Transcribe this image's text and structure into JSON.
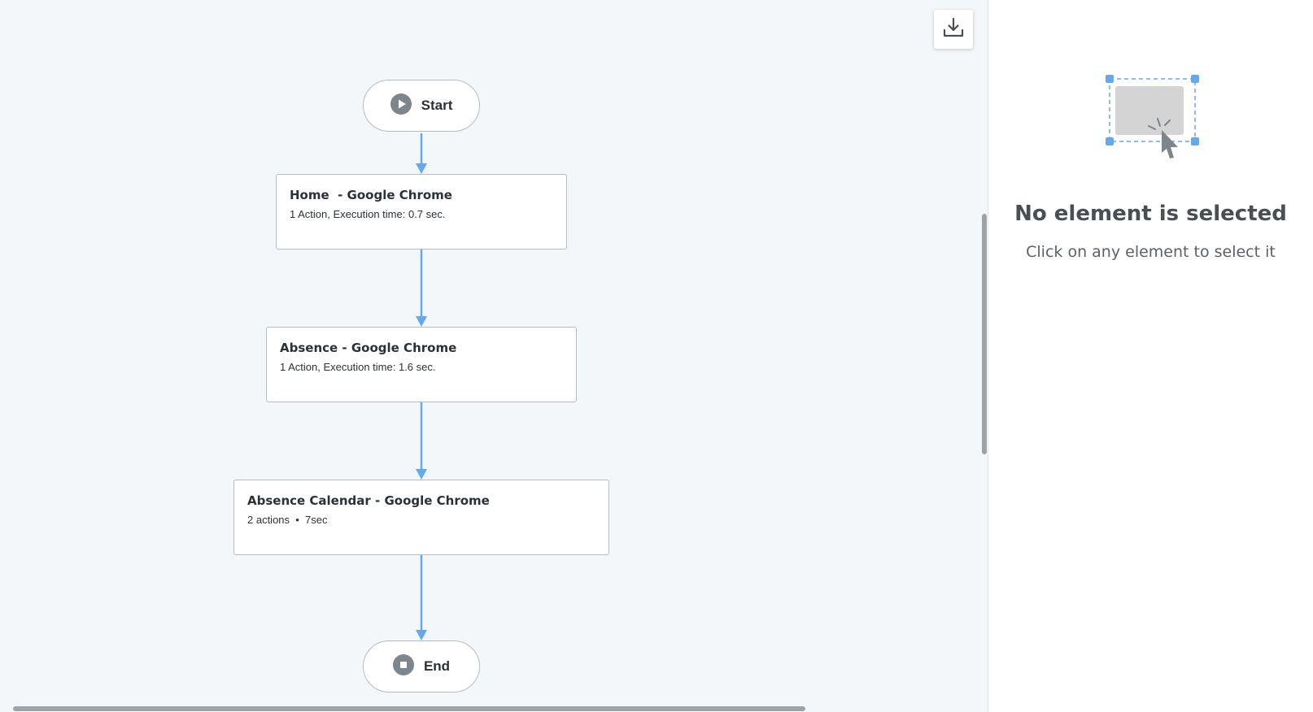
{
  "flow": {
    "start_label": "Start",
    "end_label": "End",
    "nodes": [
      {
        "title": "Home  - Google Chrome",
        "meta": "1 Action, Execution time: 0.7 sec."
      },
      {
        "title": "Absence - Google Chrome",
        "meta": "1 Action, Execution time: 1.6 sec."
      },
      {
        "title": "Absence Calendar - Google Chrome",
        "meta": "2 actions  •  7sec"
      }
    ]
  },
  "icons": {
    "export": "download-icon",
    "start": "play-icon",
    "end": "stop-icon",
    "empty_state": "select-element-illustration"
  },
  "details_panel": {
    "title": "No element is selected",
    "subtitle": "Click on any element to select it"
  },
  "colors": {
    "canvas_bg": "#f4f7f9",
    "connector": "#64a9ef",
    "node_border": "#b5bcc4",
    "icon_gray": "#7d858d",
    "selection_blue": "#64a9ef"
  }
}
